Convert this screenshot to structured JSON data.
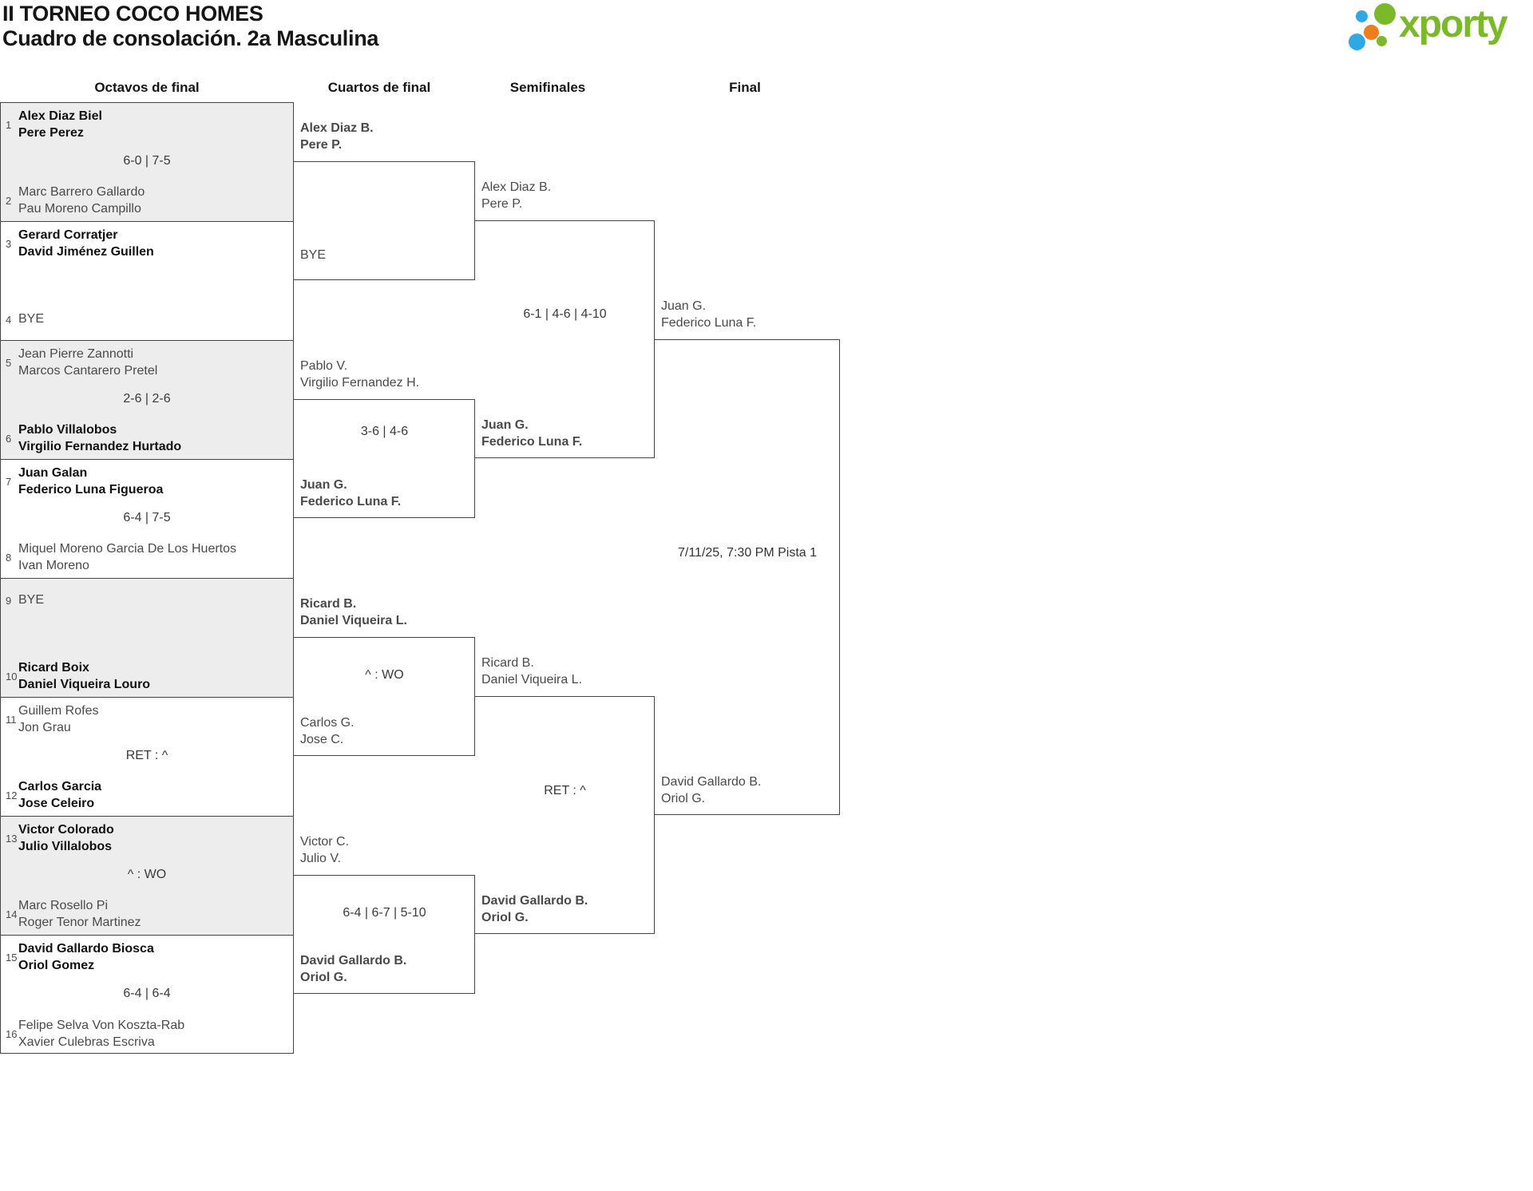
{
  "header": {
    "title": "II TORNEO COCO HOMES",
    "subtitle": "Cuadro de consolación. 2a Masculina"
  },
  "logo": {
    "text": "xporty",
    "green": "#7CB928",
    "blue": "#2FA9E1",
    "orange": "#EE7D1B"
  },
  "rounds": [
    "Octavos de final",
    "Cuartos de final",
    "Semifinales",
    "Final"
  ],
  "octavos": [
    {
      "seed1": "1",
      "team1": [
        "Alex Diaz Biel",
        "Pere Perez"
      ],
      "score": "6-0 | 7-5",
      "seed2": "2",
      "team2": [
        "Marc Barrero Gallardo",
        "Pau Moreno Campillo"
      ]
    },
    {
      "seed1": "3",
      "team1": [
        "Gerard Corratjer",
        "David Jiménez Guillen"
      ],
      "seed2": "4",
      "team2": [
        "BYE"
      ]
    },
    {
      "seed1": "5",
      "team1": [
        "Jean Pierre Zannotti",
        "Marcos Cantarero Pretel"
      ],
      "score": "2-6 | 2-6",
      "seed2": "6",
      "team2": [
        "Pablo Villalobos",
        "Virgilio Fernandez Hurtado"
      ]
    },
    {
      "seed1": "7",
      "team1": [
        "Juan Galan",
        "Federico Luna Figueroa"
      ],
      "score": "6-4 | 7-5",
      "seed2": "8",
      "team2": [
        "Miquel Moreno Garcia De Los Huertos",
        "Ivan Moreno"
      ]
    },
    {
      "seed1": "9",
      "team1": [
        "BYE"
      ],
      "seed2": "10",
      "team2": [
        "Ricard Boix",
        "Daniel Viqueira Louro"
      ]
    },
    {
      "seed1": "11",
      "team1": [
        "Guillem Rofes",
        "Jon Grau"
      ],
      "score": "RET : ^",
      "seed2": "12",
      "team2": [
        "Carlos Garcia",
        "Jose Celeiro"
      ]
    },
    {
      "seed1": "13",
      "team1": [
        "Victor Colorado",
        "Julio Villalobos"
      ],
      "score": "^ : WO",
      "seed2": "14",
      "team2": [
        "Marc Rosello Pi",
        "Roger Tenor Martinez"
      ]
    },
    {
      "seed1": "15",
      "team1": [
        "David Gallardo Biosca",
        "Oriol Gomez"
      ],
      "score": "6-4 | 6-4",
      "seed2": "16",
      "team2": [
        "Felipe Selva Von Koszta-Rab",
        "Xavier Culebras Escriva"
      ]
    }
  ],
  "cuartos": [
    {
      "team1": [
        "Alex Diaz B.",
        "Pere P."
      ],
      "team2": [
        "BYE"
      ]
    },
    {
      "team1": [
        "Pablo V.",
        "Virgilio Fernandez H."
      ],
      "score": "3-6 | 4-6",
      "team2": [
        "Juan G.",
        "Federico Luna F."
      ]
    },
    {
      "team1": [
        "Ricard B.",
        "Daniel Viqueira L."
      ],
      "score": "^ : WO",
      "team2": [
        "Carlos G.",
        "Jose C."
      ]
    },
    {
      "team1": [
        "Victor C.",
        "Julio V."
      ],
      "score": "6-4 | 6-7 | 5-10",
      "team2": [
        "David Gallardo B.",
        "Oriol G."
      ]
    }
  ],
  "semifinales": [
    {
      "team1": [
        "Alex Diaz B.",
        "Pere P."
      ],
      "score": "6-1 | 4-6 | 4-10",
      "team2": [
        "Juan G.",
        "Federico Luna F."
      ]
    },
    {
      "team1": [
        "Ricard B.",
        "Daniel Viqueira L."
      ],
      "score": "RET : ^",
      "team2": [
        "David Gallardo B.",
        "Oriol G."
      ]
    }
  ],
  "final": {
    "team1": [
      "Juan G.",
      "Federico Luna F."
    ],
    "schedule": "7/11/25, 7:30 PM Pista 1",
    "team2": [
      "David Gallardo B.",
      "Oriol G."
    ]
  }
}
